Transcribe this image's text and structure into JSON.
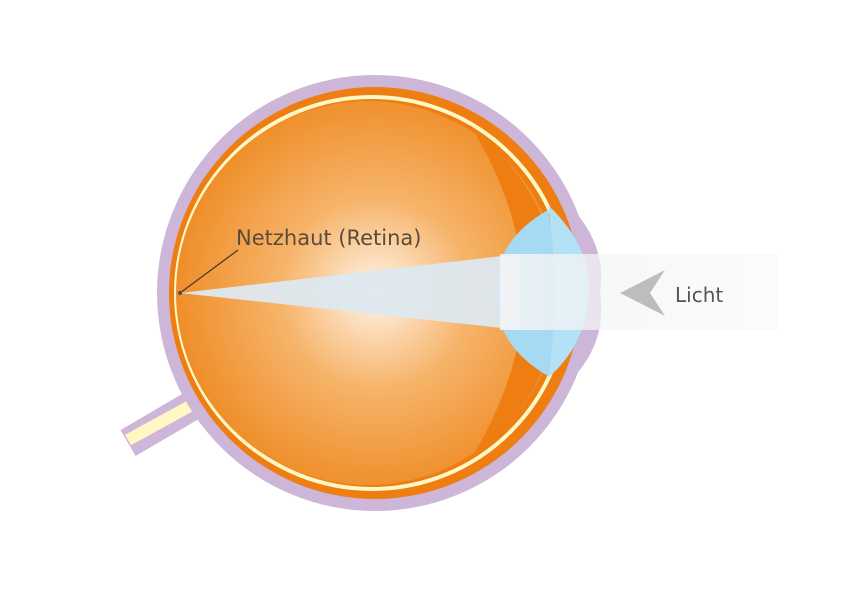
{
  "labels": {
    "retina": "Netzhaut (Retina)",
    "light": "Licht"
  },
  "icons": {
    "light_arrow": "chevron-left-arrow"
  },
  "colors": {
    "sclera": "#cdb6d8",
    "choroid": "#ee7d12",
    "retina_line": "#fff7c4",
    "vitreous_center": "#fff3e6",
    "vitreous_edge": "#ee8a22",
    "lens": "#a6daf2",
    "cornea": "#b3e2f7",
    "light_cone": "#dde8ef",
    "arrow": "#bdbdbd",
    "light_text": "#555555",
    "retina_text": "#5b4b3b"
  }
}
